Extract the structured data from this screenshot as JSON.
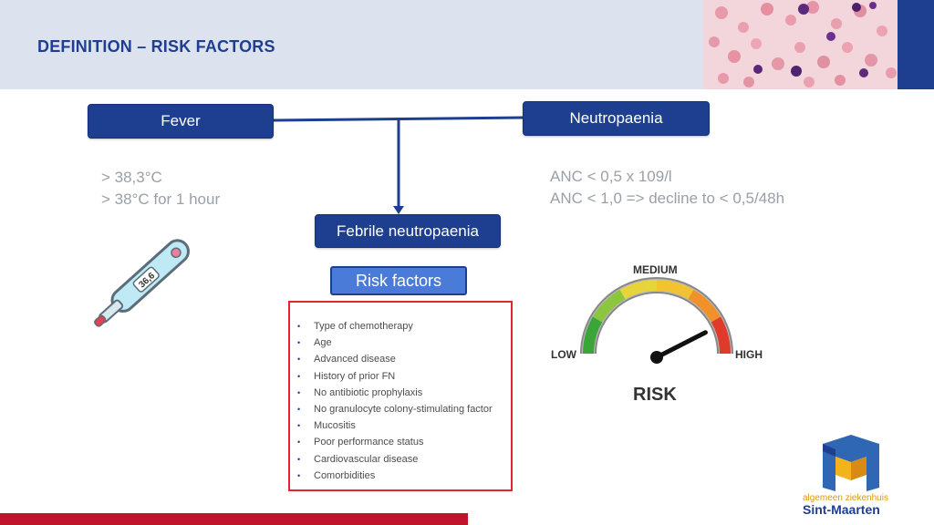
{
  "header": {
    "title": "DEFINITION – RISK FACTORS"
  },
  "boxes": {
    "fever": "Fever",
    "neutropaenia": "Neutropaenia",
    "febrile": "Febrile neutropaenia",
    "risk_factors": "Risk factors"
  },
  "fever_criteria": [
    "> 38,3°C",
    "> 38°C for 1 hour"
  ],
  "anc_criteria": [
    "ANC < 0,5 x 109/l",
    "ANC < 1,0 => decline to < 0,5/48h"
  ],
  "thermometer": {
    "reading": "36,6"
  },
  "risk_list": [
    "Type of chemotherapy",
    "Age",
    "Advanced disease",
    "History of prior FN",
    "No antibiotic prophylaxis",
    "No granulocyte colony-stimulating factor",
    "Mucositis",
    "Poor performance status",
    "Cardiovascular disease",
    "Comorbidities"
  ],
  "gauge": {
    "label_low": "LOW",
    "label_medium": "MEDIUM",
    "label_high": "HIGH",
    "caption": "RISK",
    "level_fraction": 0.85
  },
  "logo": {
    "line1": "algemeen ziekenhuis",
    "line2": "Sint-Maarten"
  },
  "colors": {
    "brand_blue": "#1e3f8f",
    "accent_red": "#c0142a",
    "logo_gold": "#d69b12"
  }
}
